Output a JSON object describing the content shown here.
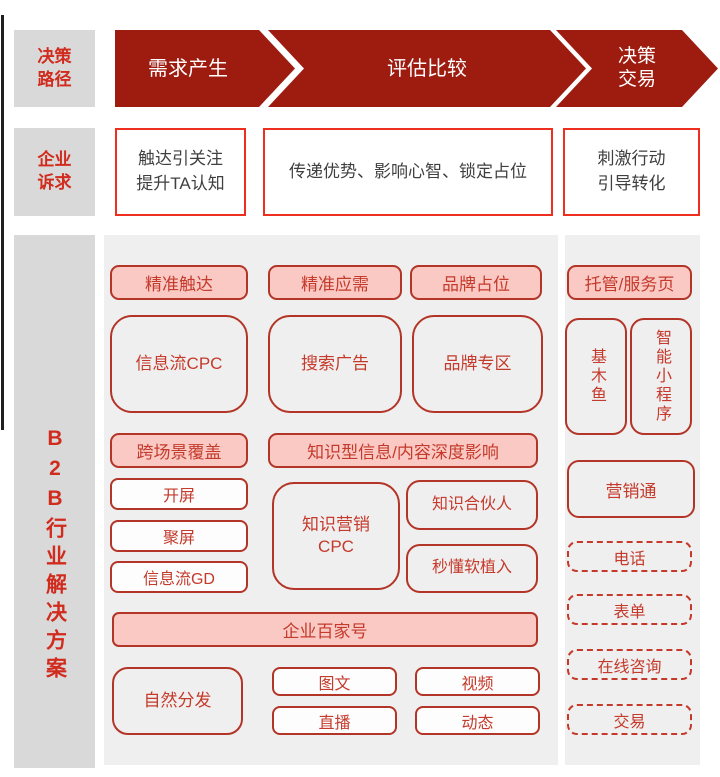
{
  "palette": {
    "arrow_maroon": "#9e1b10",
    "bright_red_border": "#ee2e1e",
    "dark_red_border": "#b23527",
    "red_text": "#c43a2b",
    "label_red": "#d12b1e",
    "pink_fill": "#fac9c4",
    "label_gray": "#d9d9d9",
    "panel_gray": "#f0efef"
  },
  "decision_path": {
    "label": "决策\n路径",
    "stages": [
      {
        "label": "需求产生"
      },
      {
        "label": "评估比较"
      },
      {
        "label": "决策\n交易"
      }
    ]
  },
  "enterprise_demand": {
    "label": "企业\n诉求",
    "boxes": [
      {
        "text": "触达引关注\n提升TA认知"
      },
      {
        "text": "传递优势、影响心智、锁定占位"
      },
      {
        "text": "刺激行动\n引导转化"
      }
    ]
  },
  "solution": {
    "label": "B2B行业解决方案",
    "col1": {
      "pill_top": "精准触达",
      "big_box": "信息流CPC",
      "pill_mid": "跨场景覆盖",
      "small_boxes": [
        "开屏",
        "聚屏",
        "信息流GD"
      ],
      "bottom_box": "自然分发"
    },
    "col2": {
      "pill_top": "精准应需",
      "big_box": "搜索广告",
      "wide_pill": "知识型信息/内容深度影响",
      "knowledge_box": "知识营销\nCPC",
      "bottom_boxes": [
        "图文",
        "直播"
      ]
    },
    "col3": {
      "pill_top": "品牌占位",
      "big_box": "品牌专区",
      "mid_boxes": [
        "知识合伙人",
        "秒懂软植入"
      ],
      "bottom_boxes": [
        "视频",
        "动态"
      ]
    },
    "banner": "企业百家号",
    "col4": {
      "pill_top": "托管/服务页",
      "vertical_boxes": [
        "基木鱼",
        "智能小程序"
      ],
      "solid_box": "营销通",
      "dashed_boxes": [
        "电话",
        "表单",
        "在线咨询",
        "交易"
      ]
    }
  }
}
